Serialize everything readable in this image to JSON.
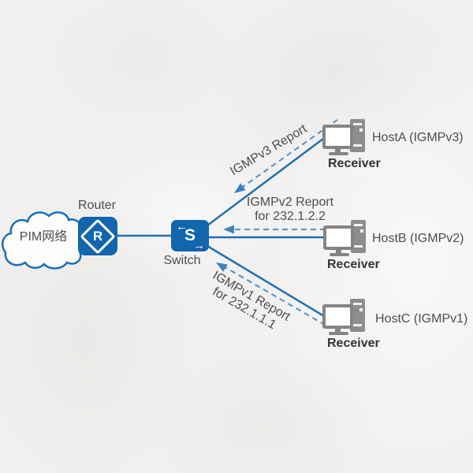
{
  "diagram_type": "network-topology",
  "cloud": {
    "label": "PIM网络"
  },
  "router": {
    "label": "Router",
    "letter": "R"
  },
  "switch": {
    "label": "Switch",
    "letter": "S",
    "arrow_left": "←",
    "arrow_right": "→"
  },
  "hosts": [
    {
      "name": "HostA (IGMPv3)",
      "role": "Receiver"
    },
    {
      "name": "HostB (IGMPv2)",
      "role": "Receiver"
    },
    {
      "name": "HostC (IGMPv1)",
      "role": "Receiver"
    }
  ],
  "messages": [
    {
      "text": "IGMPv3 Report"
    },
    {
      "line1": "IGMPv2 Report",
      "line2": "for 232.1.2.2"
    },
    {
      "line1": "IGMPv1 Report",
      "line2": "for 232.1.1.1"
    }
  ],
  "colors": {
    "device_blue": "#1166ad",
    "solid_line_blue": "#2270b2",
    "dashed_line_blue": "#5f97cb",
    "arrowhead_blue": "#3b82c0",
    "label_gray": "#4d4d4d",
    "receiver_text": "#333333",
    "host_icon_gray": "#8d8d8d",
    "background": "#f1f0ee"
  }
}
